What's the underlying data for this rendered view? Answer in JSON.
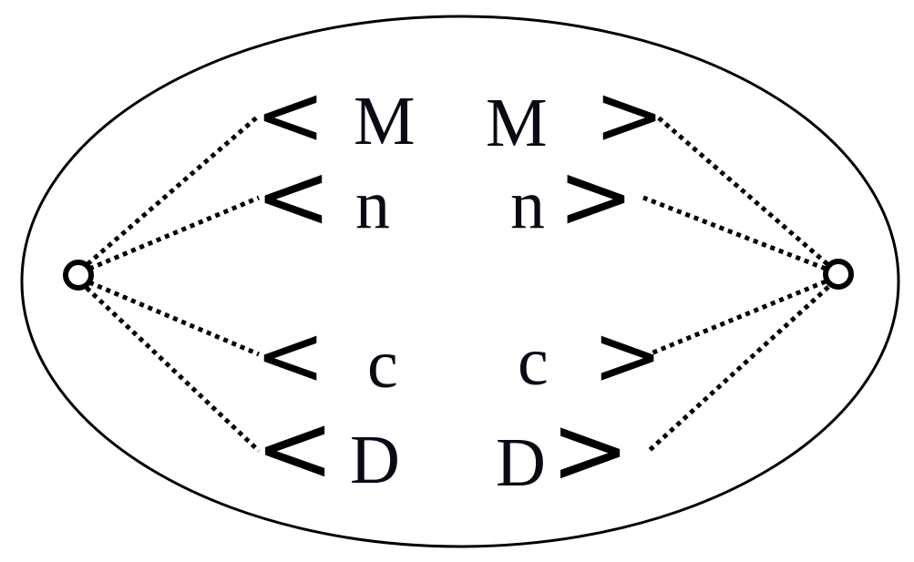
{
  "diagram": {
    "rows": [
      {
        "left_bracket": "<",
        "left_label": "M",
        "right_label": "M",
        "right_bracket": ">"
      },
      {
        "left_bracket": "<",
        "left_label": "n",
        "right_label": "n",
        "right_bracket": ">"
      },
      {
        "left_bracket": "<",
        "left_label": "c",
        "right_label": "c",
        "right_bracket": ">"
      },
      {
        "left_bracket": "<",
        "left_label": "D",
        "right_label": "D",
        "right_bracket": ">"
      }
    ]
  }
}
